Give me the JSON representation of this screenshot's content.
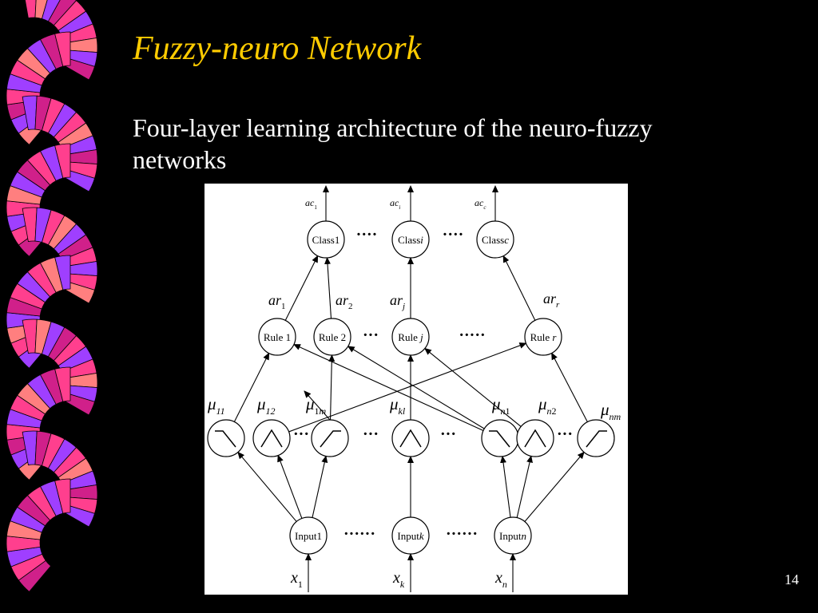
{
  "slide": {
    "title": "Fuzzy-neuro Network",
    "subtitle": "Four-layer learning architecture of the neuro-fuzzy networks",
    "page_number": "14"
  },
  "colors": {
    "background": "#000000",
    "title": "#ffcc00",
    "text": "#ffffff",
    "decor_pink": "#ff3f8e",
    "decor_salmon": "#ff7f7f",
    "decor_purple": "#9f3fff",
    "decor_magenta": "#d0208a"
  },
  "diagram": {
    "output_labels": [
      {
        "base": "ac",
        "sub": "1"
      },
      {
        "base": "ac",
        "sub": "i"
      },
      {
        "base": "ac",
        "sub": "c"
      }
    ],
    "class_nodes": [
      {
        "text": "Class1",
        "italic": ""
      },
      {
        "text": "Class",
        "italic": "i"
      },
      {
        "text": "Class",
        "italic": "c"
      }
    ],
    "class_dots": [
      "····",
      "····"
    ],
    "rule_weights": [
      {
        "base": "ar",
        "sub": "1"
      },
      {
        "base": "ar",
        "sub": "2"
      },
      {
        "base": "ar",
        "sub": "j"
      },
      {
        "base": "ar",
        "sub": "r"
      }
    ],
    "rule_nodes": [
      {
        "text": "Rule 1",
        "italic": ""
      },
      {
        "text": "Rule 2",
        "italic": ""
      },
      {
        "text": "Rule ",
        "italic": "j"
      },
      {
        "text": "Rule ",
        "italic": "r"
      }
    ],
    "rule_dots": [
      "···",
      "·····"
    ],
    "membership_labels": [
      {
        "base": "μ",
        "sub": "11"
      },
      {
        "base": "μ",
        "sub": "12"
      },
      {
        "base": "μ",
        "sub": "1m"
      },
      {
        "base": "μ",
        "sub": "kl"
      },
      {
        "base": "μ",
        "sub": "n1"
      },
      {
        "base": "μ",
        "sub": "n2"
      },
      {
        "base": "μ",
        "sub": "nm"
      }
    ],
    "membership_shapes": [
      "z-shape",
      "triangle",
      "s-shape",
      "triangle",
      "z-shape",
      "triangle",
      "s-shape"
    ],
    "membership_dots": [
      "···",
      "···",
      "···",
      "···"
    ],
    "input_nodes": [
      {
        "text": "Input1",
        "italic": ""
      },
      {
        "text": "Input",
        "italic": "k"
      },
      {
        "text": "Input",
        "italic": "n"
      }
    ],
    "input_dots": [
      "······",
      "······"
    ],
    "input_labels": [
      {
        "base": "x",
        "sub": "1"
      },
      {
        "base": "x",
        "sub": "k"
      },
      {
        "base": "x",
        "sub": "n"
      }
    ]
  }
}
